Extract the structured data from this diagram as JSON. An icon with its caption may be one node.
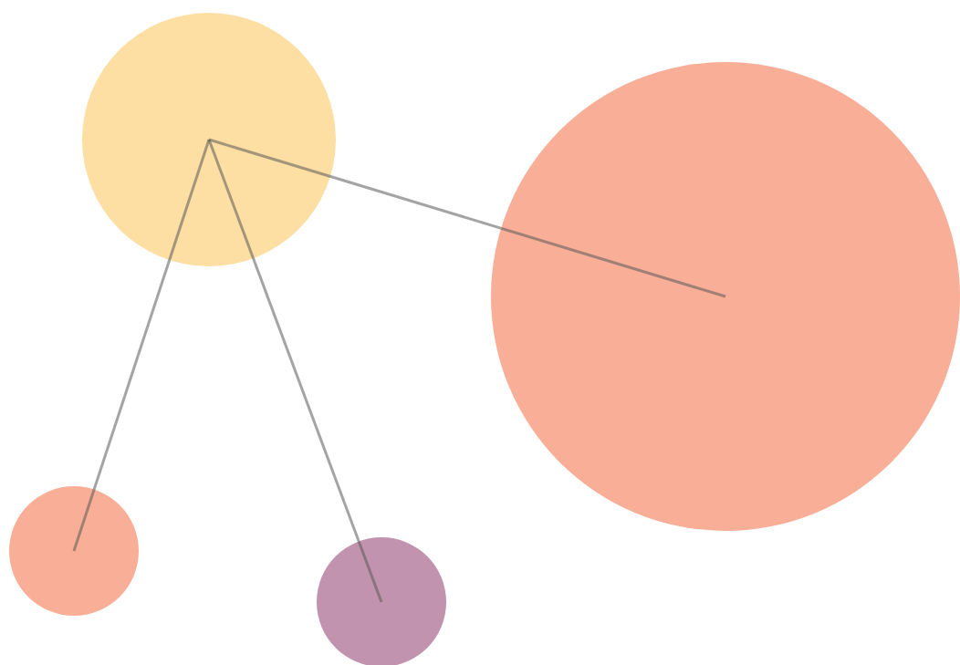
{
  "diagram": {
    "nodes": [
      {
        "text": [],
        "shape": "circle"
      },
      {
        "text": [],
        "shape": "circle"
      },
      {
        "text": [],
        "shape": "circle"
      },
      {
        "text": [],
        "shape": "circle"
      }
    ],
    "edges": [
      {
        "from": 0,
        "to": 1,
        "arrow": "none"
      },
      {
        "from": 0,
        "to": 2,
        "arrow": "none"
      },
      {
        "from": 0,
        "to": 3,
        "arrow": "none"
      }
    ]
  }
}
